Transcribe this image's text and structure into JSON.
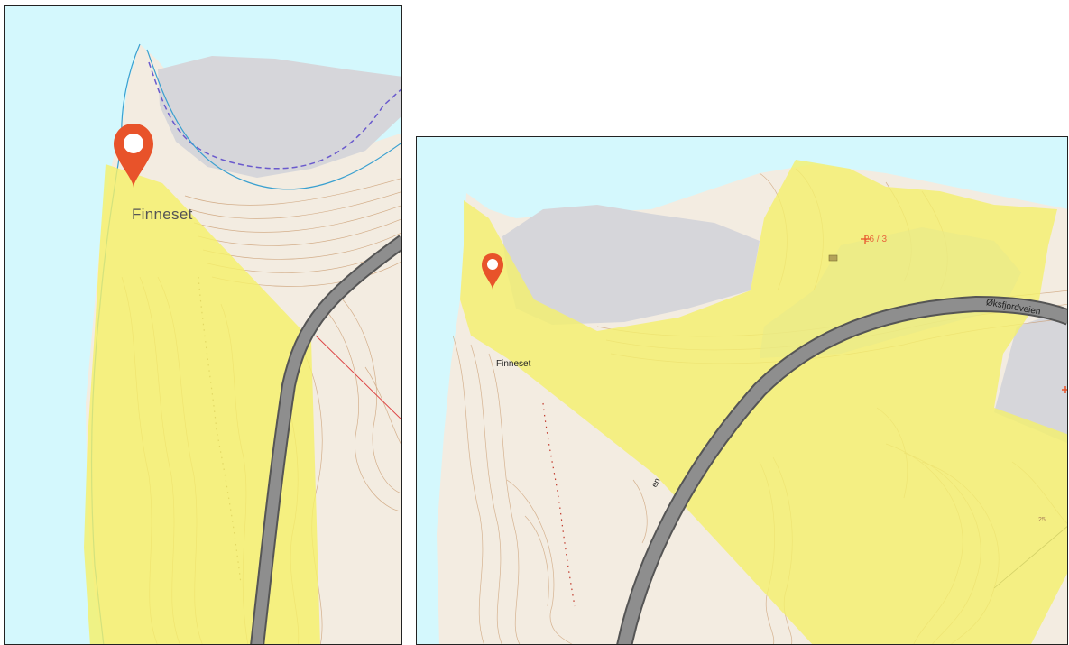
{
  "left_panel": {
    "place_label": "Finneset",
    "marker_icon": "location-pin-icon",
    "colors": {
      "sea": "#d4f8fd",
      "land": "#f3ece1",
      "contour": "#c99a6e",
      "glacier": "#d6d6da",
      "highlight": "#f5f06a",
      "road": "#888888",
      "marker": "#e8532a"
    }
  },
  "right_panel": {
    "place_label": "Finneset",
    "road_label": "Øksfjordveien",
    "road_label_fragment": "en",
    "parcel_label": "26 / 3",
    "elevation_label": "25",
    "marker_icon": "location-pin-icon",
    "colors": {
      "sea": "#d4f8fd",
      "land": "#f3ece1",
      "contour": "#c99a6e",
      "glacier": "#d6d6da",
      "highlight": "#f4f06b",
      "road": "#888888",
      "marker": "#e8532a",
      "parcel_cross": "#e8532a"
    }
  }
}
